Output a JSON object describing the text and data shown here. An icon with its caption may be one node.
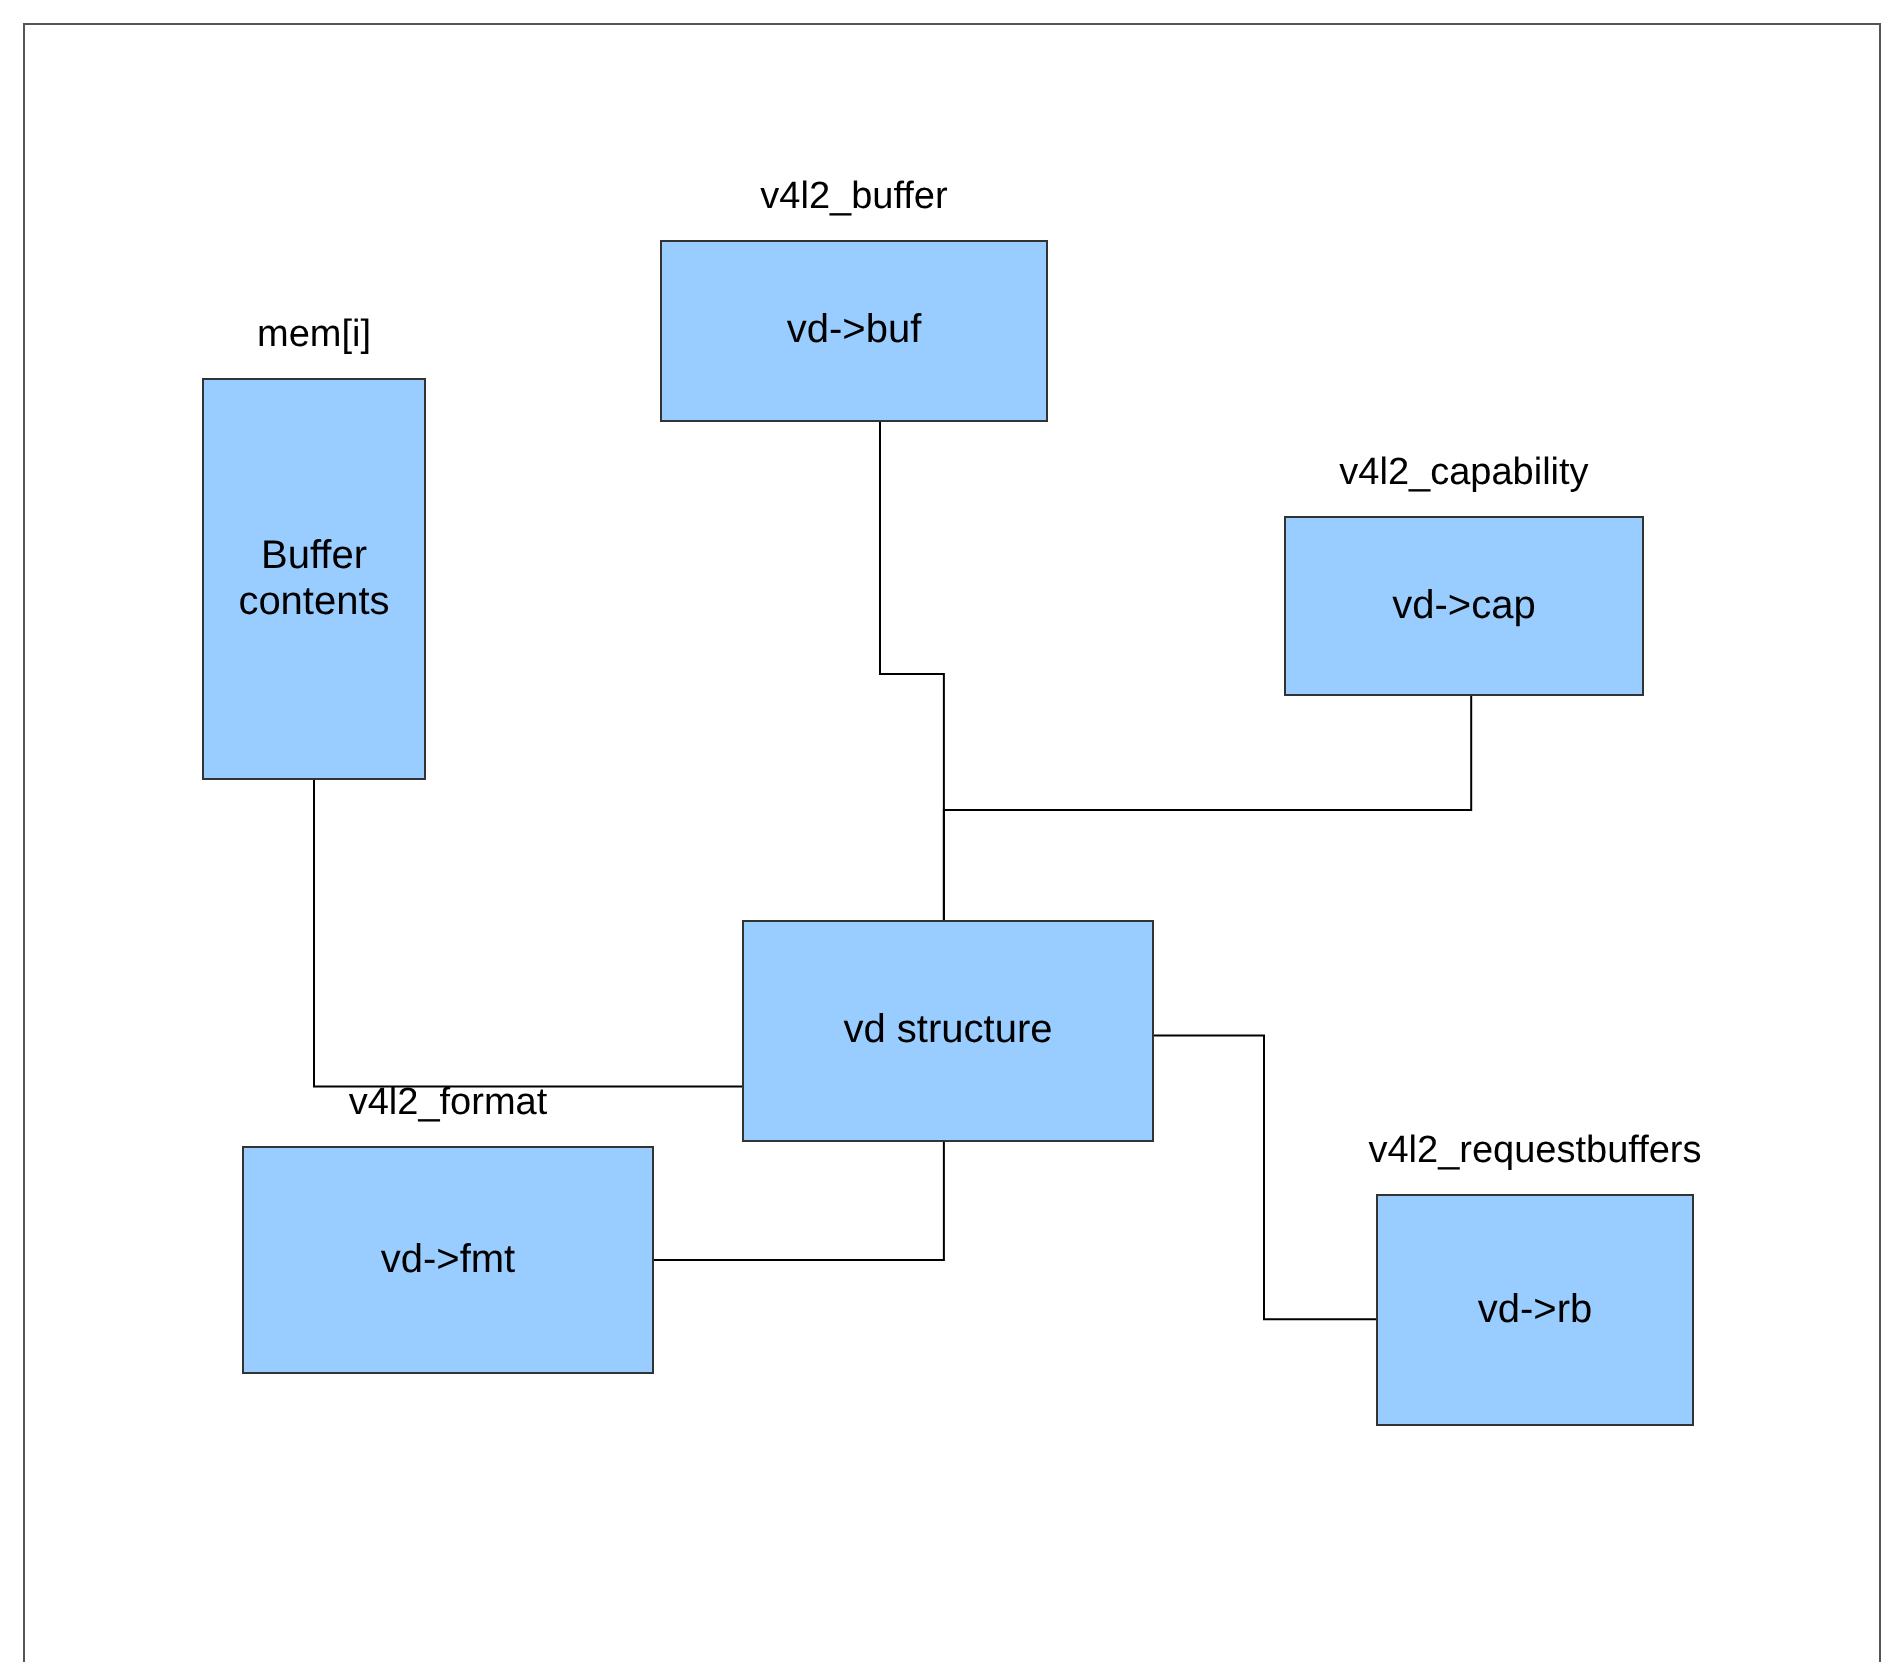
{
  "diagram": {
    "nodes": [
      {
        "text": [
          "mem[i]",
          "Buffer contents"
        ]
      },
      {
        "text": [
          "v4l2_buffer",
          "vd->buf"
        ]
      },
      {
        "text": [
          "v4l2_capability",
          "vd->cap"
        ]
      },
      {
        "text": [
          "vd structure"
        ]
      },
      {
        "text": [
          "v4l2_format",
          "vd->fmt"
        ]
      },
      {
        "text": [
          "v4l2_requestbuffers",
          "vd->rb"
        ]
      }
    ],
    "edges": [
      {
        "from": 0,
        "to": 3,
        "arrow": "none"
      },
      {
        "from": 1,
        "to": 3,
        "arrow": "none"
      },
      {
        "from": 2,
        "to": 3,
        "arrow": "none"
      },
      {
        "from": 4,
        "to": 3,
        "arrow": "none"
      },
      {
        "from": 3,
        "to": 5,
        "arrow": "none"
      }
    ]
  }
}
